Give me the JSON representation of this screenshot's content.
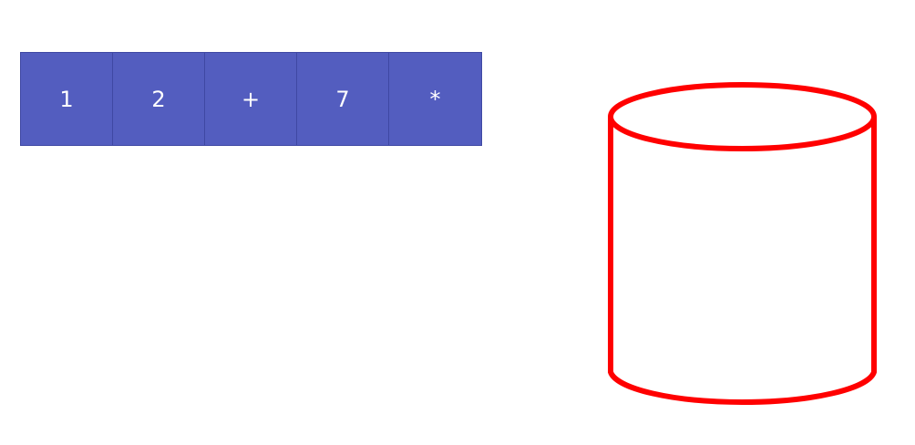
{
  "tokens": [
    {
      "label": "1"
    },
    {
      "label": "2"
    },
    {
      "label": "+"
    },
    {
      "label": "7"
    },
    {
      "label": "*"
    }
  ],
  "colors": {
    "token_fill": "#535dbf",
    "token_text": "#ffffff",
    "cylinder_stroke": "#ff0000"
  },
  "cylinder": {
    "icon": "database-cylinder-icon"
  }
}
